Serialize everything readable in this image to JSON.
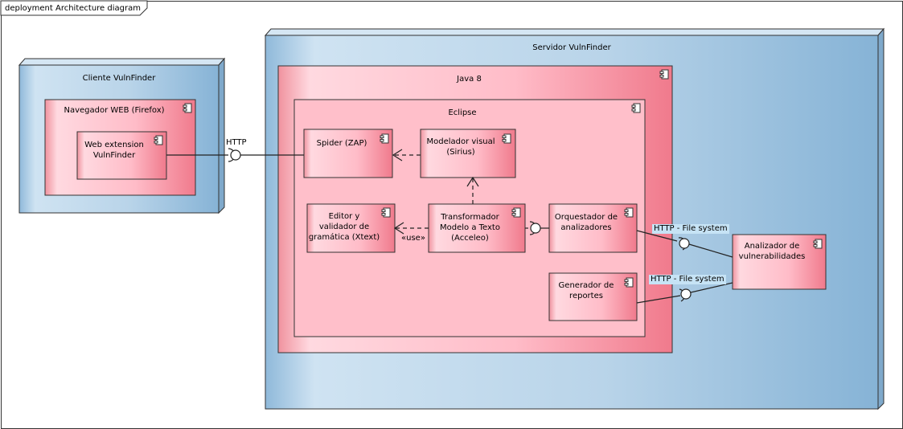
{
  "frame": {
    "title": "deployment Architecture diagram"
  },
  "nodes": {
    "cliente": "Cliente VulnFinder",
    "servidor": "Servidor VulnFinder"
  },
  "environments": {
    "java": "Java 8",
    "eclipse": "Eclipse",
    "navegador": "Navegador WEB (Firefox)"
  },
  "components": {
    "web_extension": [
      "Web extension",
      "VulnFinder"
    ],
    "spider": [
      "Spider (ZAP)"
    ],
    "modelador": [
      "Modelador visual",
      "(Sirius)"
    ],
    "editor": [
      "Editor y",
      "validador de",
      "gramática (Xtext)"
    ],
    "transformador": [
      "Transformador",
      "Modelo a Texto",
      "(Acceleo)"
    ],
    "orquestador": [
      "Orquestador de",
      "analizadores"
    ],
    "generador": [
      "Generador de",
      "reportes"
    ],
    "analizador": [
      "Analizador de",
      "vulnerabilidades"
    ]
  },
  "connectors": {
    "http": "HTTP",
    "http_fs_1": "HTTP - File system",
    "http_fs_2": "HTTP - File system",
    "use": "«use»"
  },
  "colors": {
    "node_fill_light": "#c8dff0",
    "node_fill_dark": "#86b3d6",
    "component_fill_light": "#ffd7df",
    "component_fill_dark": "#f07a8c",
    "border": "#333333"
  }
}
